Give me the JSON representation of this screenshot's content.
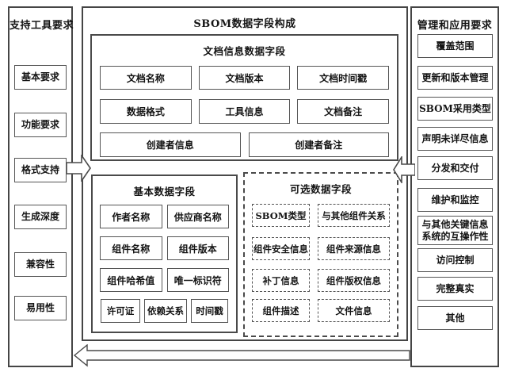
{
  "diagram_title": "SBOM数据字段构成",
  "colors": {
    "background": "#ffffff",
    "border": "#454545",
    "text": "#141414"
  },
  "left_panel": {
    "title": "支持工具要求",
    "items": [
      "基本要求",
      "功能要求",
      "格式支持",
      "生成深度",
      "兼容性",
      "易用性"
    ]
  },
  "center_panel": {
    "title": "SBOM数据字段构成",
    "document_section": {
      "title": "文档信息数据字段",
      "items": [
        "文档名称",
        "文档版本",
        "文档时间戳",
        "数据格式",
        "工具信息",
        "文档备注",
        "创建者信息",
        "创建者备注"
      ]
    },
    "basic_section": {
      "title": "基本数据字段",
      "items": [
        "作者名称",
        "供应商名称",
        "组件名称",
        "组件版本",
        "组件哈希值",
        "唯一标识符",
        "许可证",
        "依赖关系",
        "时间戳"
      ]
    },
    "optional_section": {
      "title": "可选数据字段",
      "items": [
        "SBOM类型",
        "与其他组件关系",
        "组件安全信息",
        "组件来源信息",
        "补丁信息",
        "组件版权信息",
        "组件描述",
        "文件信息"
      ]
    }
  },
  "right_panel": {
    "title": "管理和应用要求",
    "items": [
      "覆盖范围",
      "更新和版本管理",
      "SBOM采用类型",
      "声明未详尽信息",
      "分发和交付",
      "维护和监控",
      "与其他关键信息系统的互操作性",
      "访问控制",
      "完整真实",
      "其他"
    ]
  },
  "arrows": [
    {
      "name": "left-to-center",
      "direction": "right"
    },
    {
      "name": "right-to-center",
      "direction": "left"
    },
    {
      "name": "bottom-feedback",
      "direction": "left"
    }
  ]
}
